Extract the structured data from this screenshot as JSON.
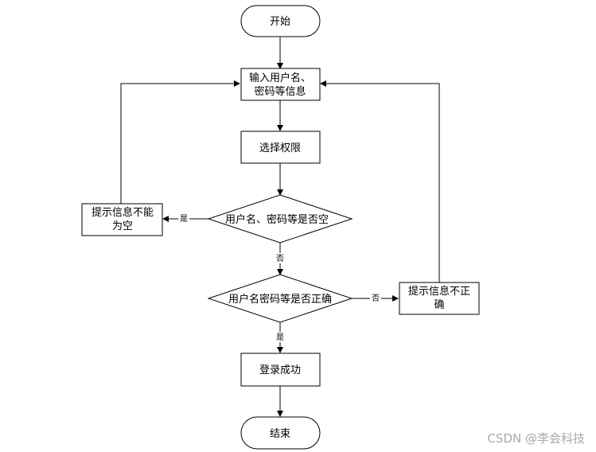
{
  "nodes": {
    "start": {
      "label": "开始"
    },
    "input": {
      "line1": "输入用户名、",
      "line2": "密码等信息"
    },
    "select_role": {
      "label": "选择权限"
    },
    "empty_check": {
      "label": "用户名、密码等是否空"
    },
    "empty_tip": {
      "line1": "提示信息不能",
      "line2": "为空"
    },
    "correct_check": {
      "label": "用户名密码等是否正确"
    },
    "wrong_tip": {
      "line1": "提示信息不正",
      "line2": "确"
    },
    "success": {
      "label": "登录成功"
    },
    "end": {
      "label": "结束"
    }
  },
  "edges": {
    "empty_yes": "是",
    "empty_no": "否",
    "correct_no": "否",
    "correct_yes": "是"
  },
  "watermark": "CSDN @李会科技",
  "colors": {
    "stroke": "#000000",
    "fill": "#ffffff",
    "watermark": "#a7a7a7"
  }
}
